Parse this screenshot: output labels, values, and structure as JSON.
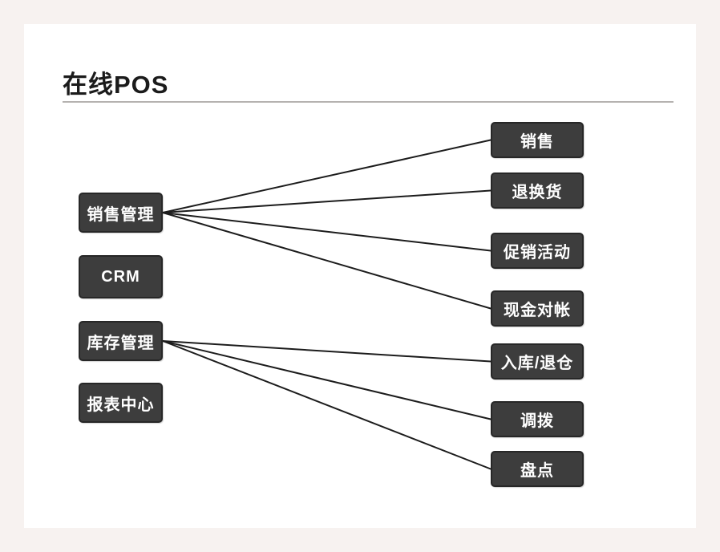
{
  "title": "在线POS",
  "colors": {
    "page_bg": "#f7f2f0",
    "panel_bg": "#ffffff",
    "box_bg": "#3d3d3d",
    "box_text": "#ffffff",
    "edge_line": "#1c1c1c",
    "divider": "#b5b2b0"
  },
  "nodes": {
    "left": [
      {
        "id": "sales-management",
        "label": "销售管理"
      },
      {
        "id": "crm",
        "label": "CRM"
      },
      {
        "id": "inventory-management",
        "label": "库存管理"
      },
      {
        "id": "report-center",
        "label": "报表中心"
      }
    ],
    "right": [
      {
        "id": "sales",
        "label": "销售"
      },
      {
        "id": "returns-exchanges",
        "label": "退换货"
      },
      {
        "id": "promotions",
        "label": "促销活动"
      },
      {
        "id": "cash-reconciliation",
        "label": "现金对帐"
      },
      {
        "id": "inbound-outbound",
        "label": "入库/退仓"
      },
      {
        "id": "transfer",
        "label": "调拨"
      },
      {
        "id": "stocktaking",
        "label": "盘点"
      }
    ]
  },
  "edges": [
    {
      "source": "left.0",
      "target": "right.0",
      "from": "销售管理",
      "to": "销售"
    },
    {
      "source": "left.0",
      "target": "right.1",
      "from": "销售管理",
      "to": "退换货"
    },
    {
      "source": "left.0",
      "target": "right.2",
      "from": "销售管理",
      "to": "促销活动"
    },
    {
      "source": "left.0",
      "target": "right.3",
      "from": "销售管理",
      "to": "现金对帐"
    },
    {
      "source": "left.2",
      "target": "right.4",
      "from": "库存管理",
      "to": "入库/退仓"
    },
    {
      "source": "left.2",
      "target": "right.5",
      "from": "库存管理",
      "to": "调拨"
    },
    {
      "source": "left.2",
      "target": "right.6",
      "from": "库存管理",
      "to": "盘点"
    }
  ]
}
